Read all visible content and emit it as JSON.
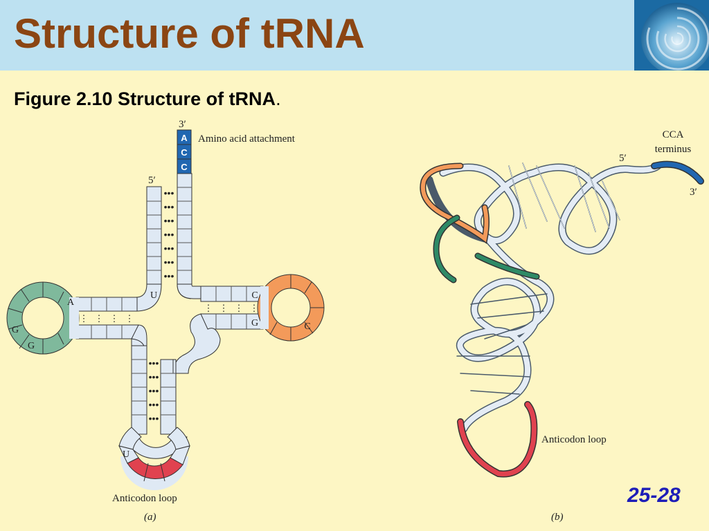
{
  "slide": {
    "title": "Structure of tRNA",
    "caption": "Figure 2.10 Structure of tRNA",
    "caption_period": ".",
    "page_number": "25-28"
  },
  "figure_a": {
    "three_prime": "3′",
    "five_prime": "5′",
    "acc": [
      "A",
      "C",
      "C"
    ],
    "amino_label": "Amino acid attachment",
    "left_loop_bases": [
      "A",
      "G",
      "G"
    ],
    "right_loop_bases": [
      "C",
      "G",
      "C"
    ],
    "center_base": "U",
    "anticodon_base": "U",
    "anticodon_label": "Anticodon loop",
    "panel_label": "(a)"
  },
  "figure_b": {
    "cca_label_line1": "CCA",
    "cca_label_line2": "terminus",
    "five_prime": "5′",
    "three_prime": "3′",
    "anticodon_label": "Anticodon loop",
    "panel_label": "(b)"
  },
  "colors": {
    "header": "#bde1f1",
    "background": "#fdf6c4",
    "title": "#8b4513",
    "page_number": "#1d1db8",
    "acceptor": "#2167b1",
    "loop_green": "#7fb99c",
    "loop_orange": "#f39a5a",
    "anticodon": "#e0424f",
    "backbone": "#dfe9f4"
  }
}
